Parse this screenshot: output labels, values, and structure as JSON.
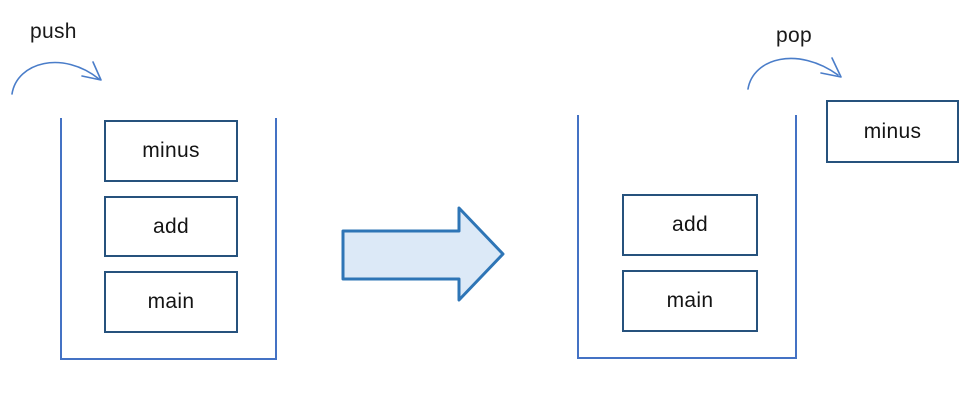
{
  "diagram": {
    "title_semantics": "stack push pop diagram",
    "push_label": "push",
    "pop_label": "pop",
    "left_stack": {
      "items": [
        "minus",
        "add",
        "main"
      ]
    },
    "right_stack": {
      "items": [
        "add",
        "main"
      ]
    },
    "popped_item": "minus",
    "colors": {
      "container_stroke": "#4472C4",
      "box_stroke": "#26527D",
      "block_arrow_fill": "#DCE9F7",
      "block_arrow_stroke": "#2E75B6",
      "curved_arrow_stroke": "#4A7DC9",
      "text": "#141414"
    }
  }
}
